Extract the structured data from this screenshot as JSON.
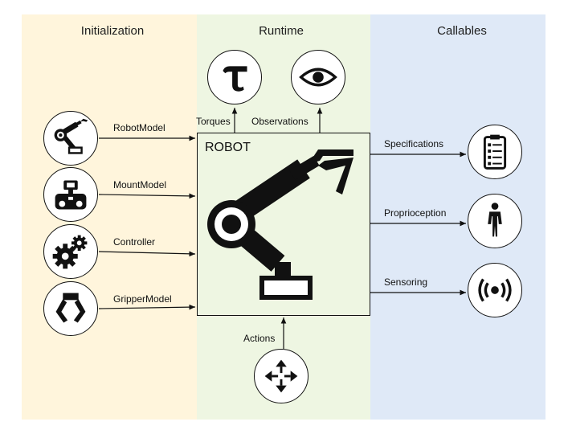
{
  "panels": {
    "initialization": "Initialization",
    "runtime": "Runtime",
    "callables": "Callables"
  },
  "robot": {
    "title": "ROBOT"
  },
  "inputs": [
    {
      "label": "RobotModel",
      "icon": "robot-arm-icon"
    },
    {
      "label": "MountModel",
      "icon": "mount-icon"
    },
    {
      "label": "Controller",
      "icon": "gears-icon"
    },
    {
      "label": "GripperModel",
      "icon": "gripper-icon"
    }
  ],
  "runtime_outputs": [
    {
      "label": "Torques",
      "icon": "tau-icon"
    },
    {
      "label": "Observations",
      "icon": "eye-icon"
    }
  ],
  "runtime_input": {
    "label": "Actions",
    "icon": "move-arrows-icon"
  },
  "callables": [
    {
      "label": "Specifications",
      "icon": "clipboard-list-icon"
    },
    {
      "label": "Proprioception",
      "icon": "person-icon"
    },
    {
      "label": "Sensoring",
      "icon": "sensor-icon"
    }
  ],
  "colors": {
    "initialization_bg": "#fff5dc",
    "runtime_bg": "#eef6e2",
    "callables_bg": "#dfe9f7",
    "stroke": "#111111"
  }
}
